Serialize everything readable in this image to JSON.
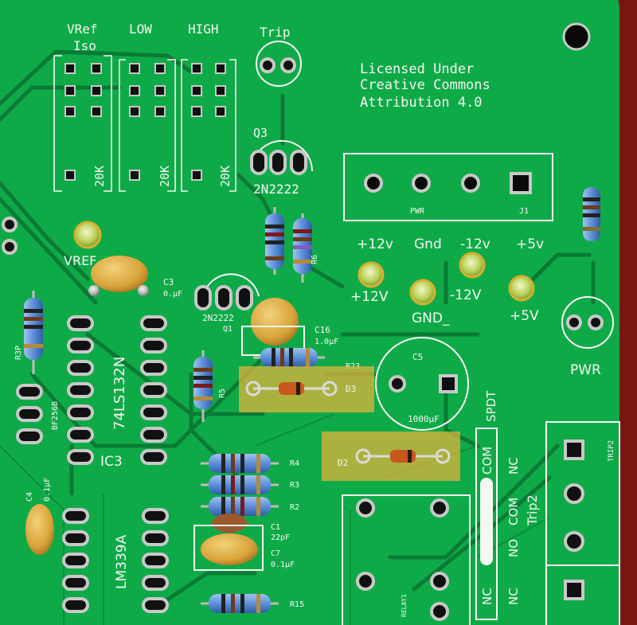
{
  "board": {
    "license_line1": "Licensed Under",
    "license_line2": "Creative Commons",
    "license_line3": "Attribution 4.0"
  },
  "pot_labels": {
    "vref": "VRef",
    "iso": "Iso",
    "low": "LOW",
    "high": "HIGH",
    "value_vref": "20K",
    "value_low": "20K",
    "value_high": "20K"
  },
  "trip": {
    "label": "Trip",
    "q3": "Q3",
    "q3_part": "2N2222"
  },
  "power_header": {
    "pwr": "PWR",
    "j1": "J1",
    "plus12_top": "+12v",
    "gnd_top": "Gnd",
    "minus12_top": "-12v",
    "plus5_top": "+5v",
    "plus12_bot": "+12V",
    "gnd_bot": "GND_",
    "minus12_bot": "-12V",
    "plus5_bot": "+5V",
    "pwr_right": "PWR"
  },
  "left_parts": {
    "vref": "VREF",
    "c3": "C3",
    "c3_val": "0.µF",
    "q1_part": "2N2222",
    "q1": "Q1",
    "ic_74": "74LS132N",
    "ic3": "IC3",
    "r5": "R5",
    "r6": "R6",
    "r3x": "R3P",
    "bf": "BF256B",
    "c4": "C4",
    "c4_val": "0.1µF",
    "lm": "LM339A"
  },
  "mid_parts": {
    "c16": "C16",
    "c16_val": "1.0µF",
    "r23": "R23",
    "d3": "D3",
    "d2": "D2",
    "c5": "C5",
    "c5_val": "1000µF",
    "spdt": "SPDT",
    "r4": "R4",
    "r3": "R3",
    "r2": "R2",
    "c1": "C1",
    "c1_val": "22pF",
    "c7": "C7",
    "c7_val": "0.1µF",
    "r15": "R15"
  },
  "relay": {
    "com": "COM",
    "nc": "NC",
    "com2": "COM",
    "no": "NO",
    "nc2": "NC",
    "nc3": "NC",
    "trip2": "Trip2",
    "trip2_conn": "TRIP2",
    "relay_lbl": "RELAY1"
  },
  "colors": {
    "board_green": "#0faa48",
    "trace_dark": "#0a7a34",
    "silkscreen": "#f4f6f2",
    "highlight": "#e8b43c",
    "background": "#7a1612"
  }
}
